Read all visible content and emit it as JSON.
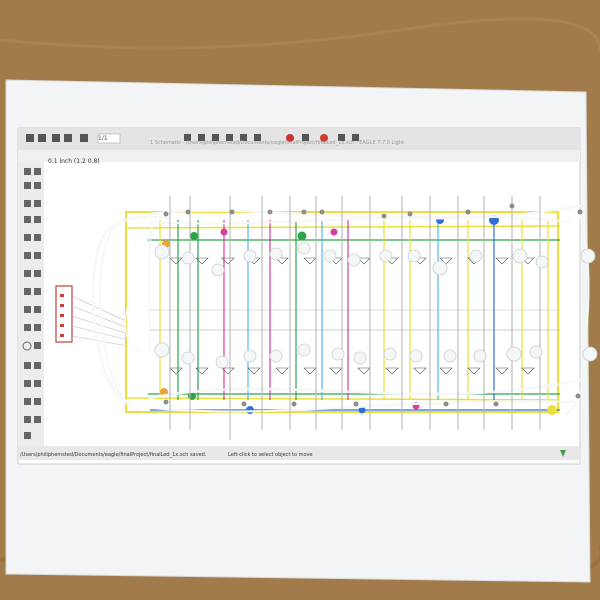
{
  "window": {
    "title": "1 Schematic - /Users/philiphemsted/Documents/eagle/finalProject/finalLed_1x.sch - EAGLE 7.7.0 Light"
  },
  "toolbar": {
    "zoom_value": "1/1"
  },
  "canvas": {
    "coordinate_readout": "0.1 inch (1.2 0.8)"
  },
  "statusbar": {
    "saved_message": "/Users/philiphemsted/Documents/eagle/finalProject/finalLed_1x.sch saved.",
    "hint": "Left-click to select object to move"
  },
  "colors": {
    "table": "#a27b4a",
    "paper": "#f3f4f6",
    "screen_background": "#ffffff",
    "toolbar": "#e2e2e2",
    "yellow_net": "#e9e03a",
    "green_net": "#2fa34a",
    "magenta_net": "#d53f9b",
    "blue_net": "#2f6fd6",
    "cyan_net": "#57b7e8",
    "red_part": "#c2413a",
    "wire": "#f7f7f7"
  }
}
